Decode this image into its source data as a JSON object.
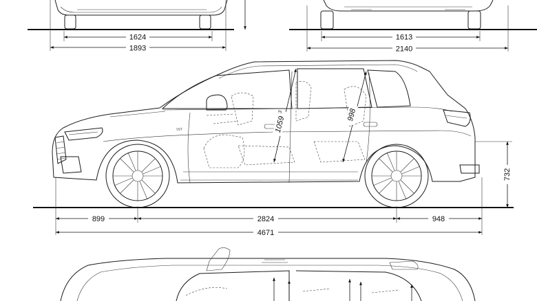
{
  "front_view": {
    "track_width": "1624",
    "overall_width": "1893"
  },
  "rear_view": {
    "track_width": "1613",
    "width_with_mirrors": "2140"
  },
  "side_view": {
    "front_overhang": "899",
    "wheelbase": "2824",
    "rear_overhang": "948",
    "overall_length": "4671",
    "rear_height": "732",
    "front_headroom": "1059",
    "front_headroom_sup": "3",
    "rear_headroom": "998",
    "fender_badge": "V6T"
  },
  "colors": {
    "line": "#1a1a1a",
    "background": "#ffffff"
  }
}
